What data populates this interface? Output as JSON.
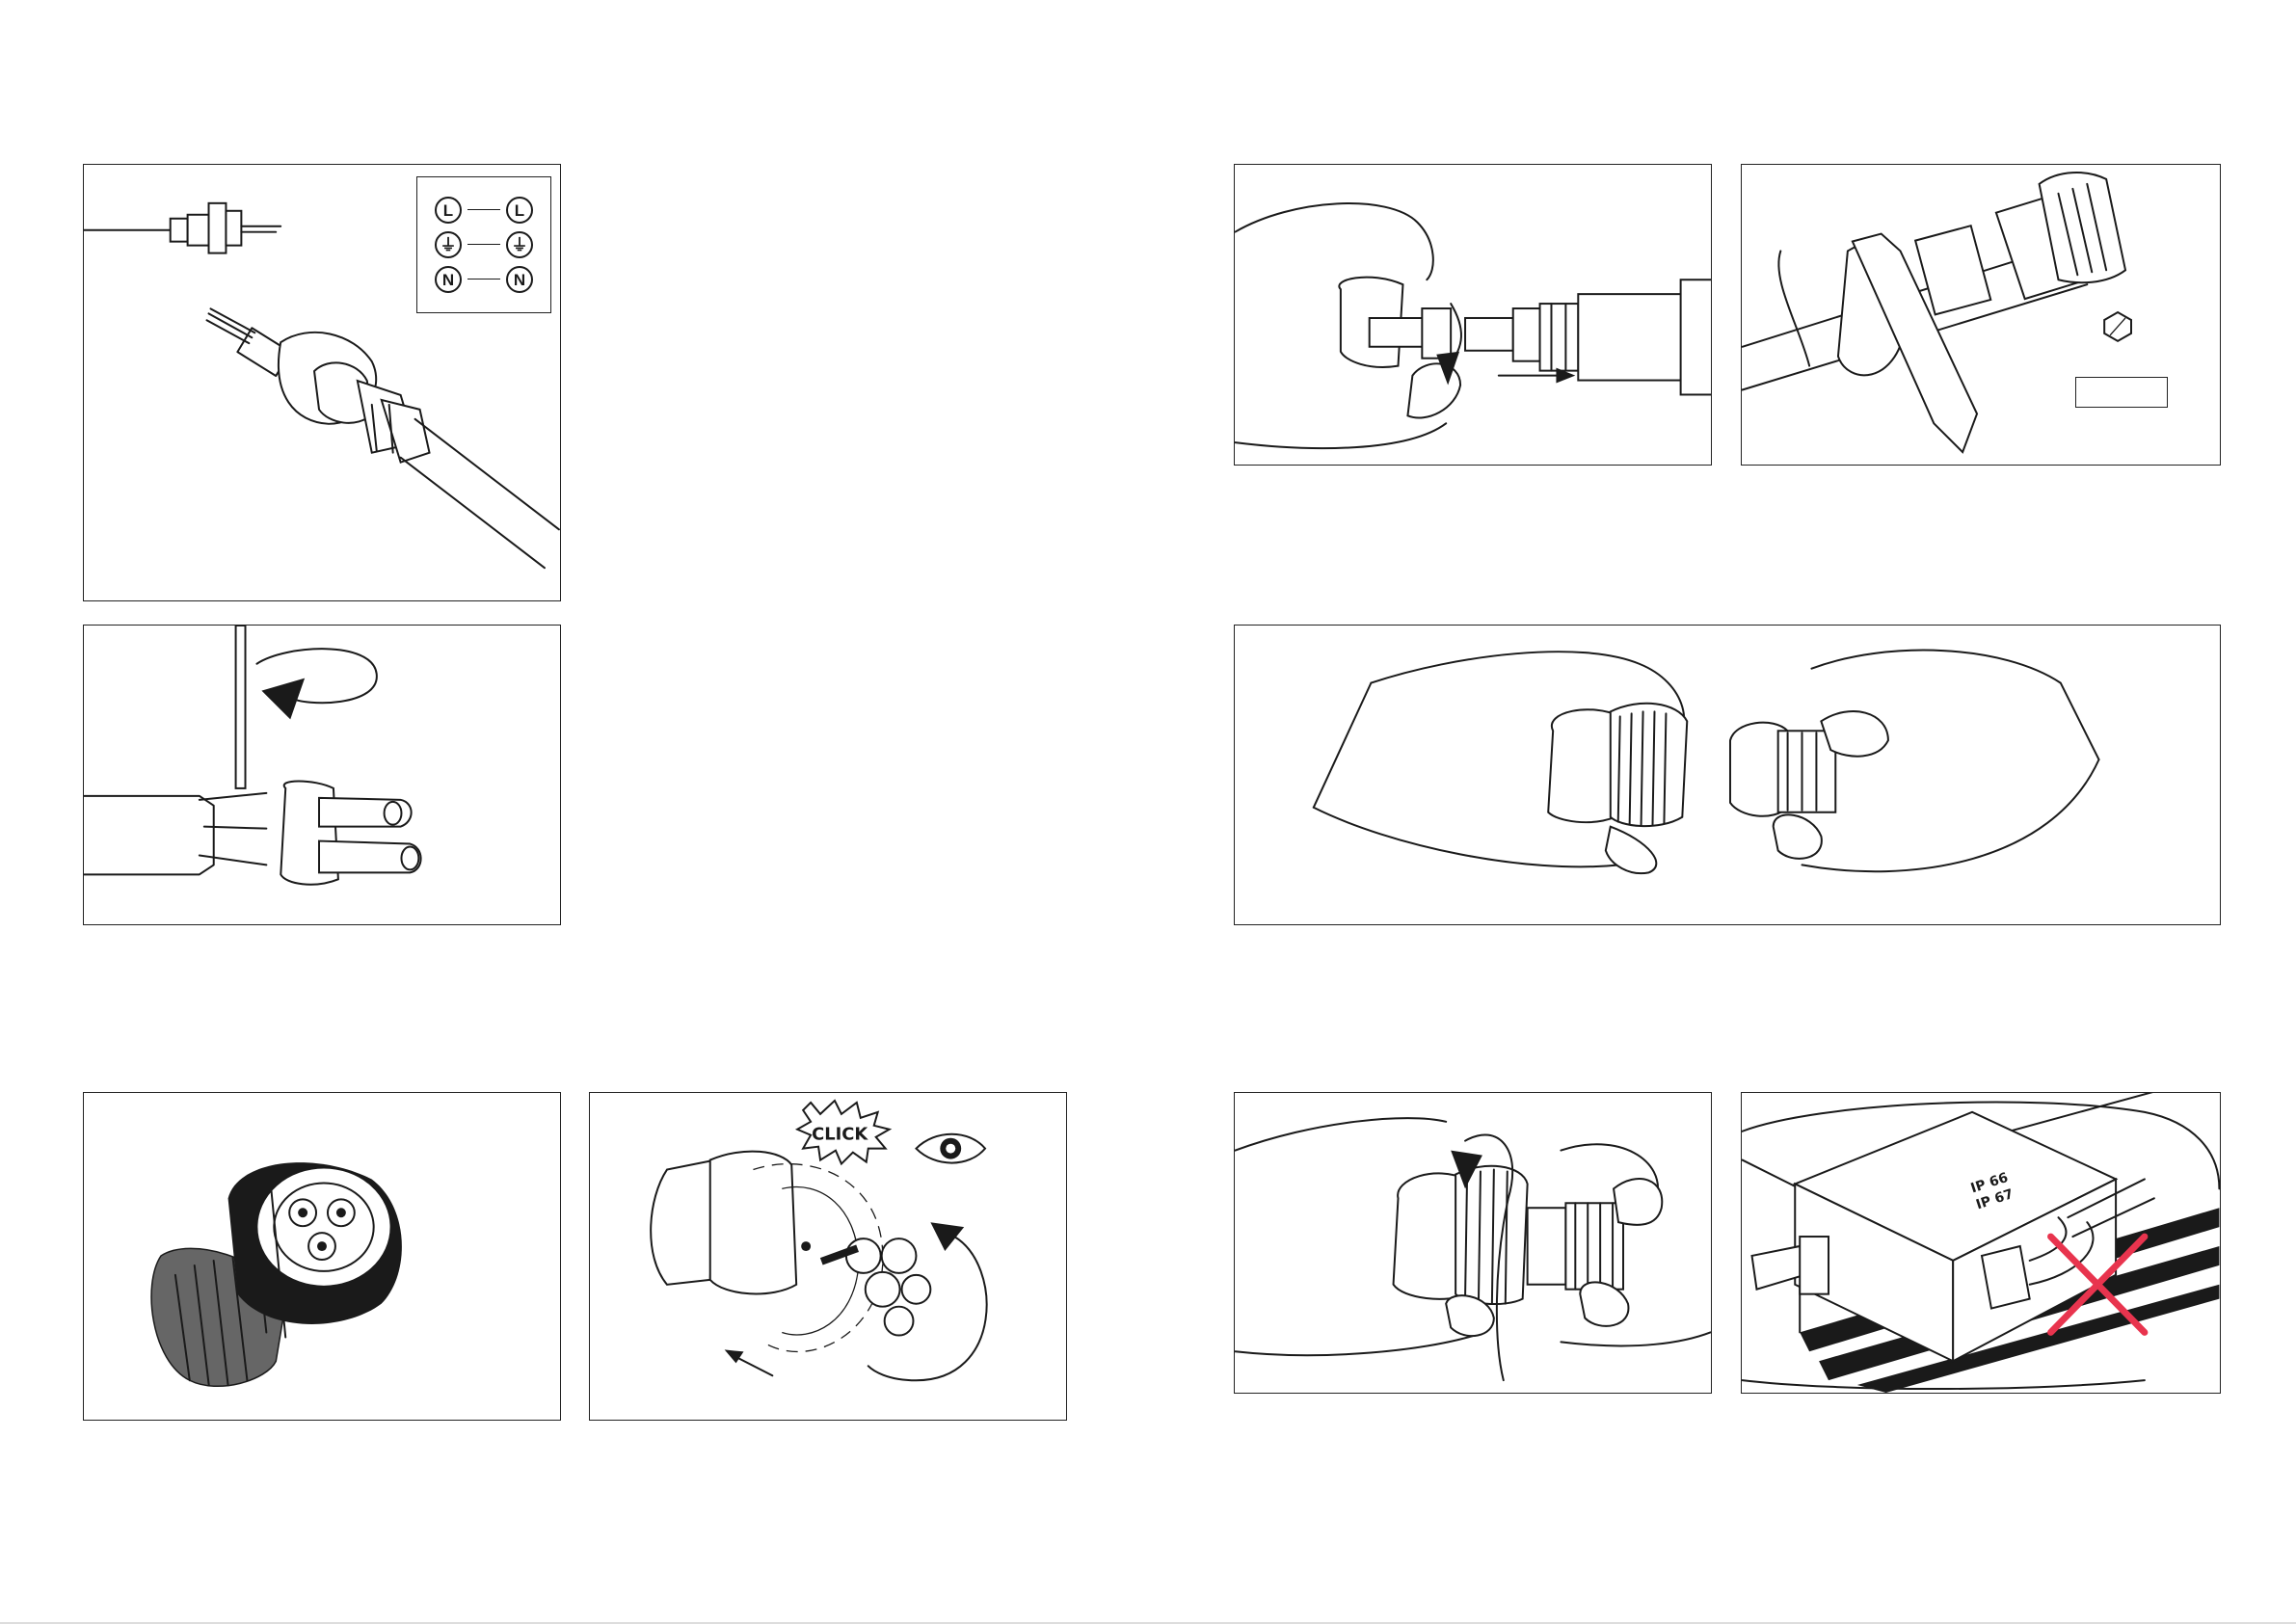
{
  "legend": {
    "rows": [
      {
        "left": "L",
        "right": "L"
      },
      {
        "left": "⏚",
        "right": "⏚"
      },
      {
        "left": "N",
        "right": "N"
      }
    ]
  },
  "callouts": {
    "click": "CLICK",
    "ip_rating": [
      "IP 66",
      "IP 67"
    ]
  },
  "colors": {
    "line": "#1a1a1a",
    "warning_cross": "#e8344e",
    "background": "#ffffff"
  },
  "icons": [
    "eye-icon",
    "rotate-arrow-icon",
    "push-arrow-icon",
    "hex-nut-icon",
    "wrong-cross-icon"
  ]
}
